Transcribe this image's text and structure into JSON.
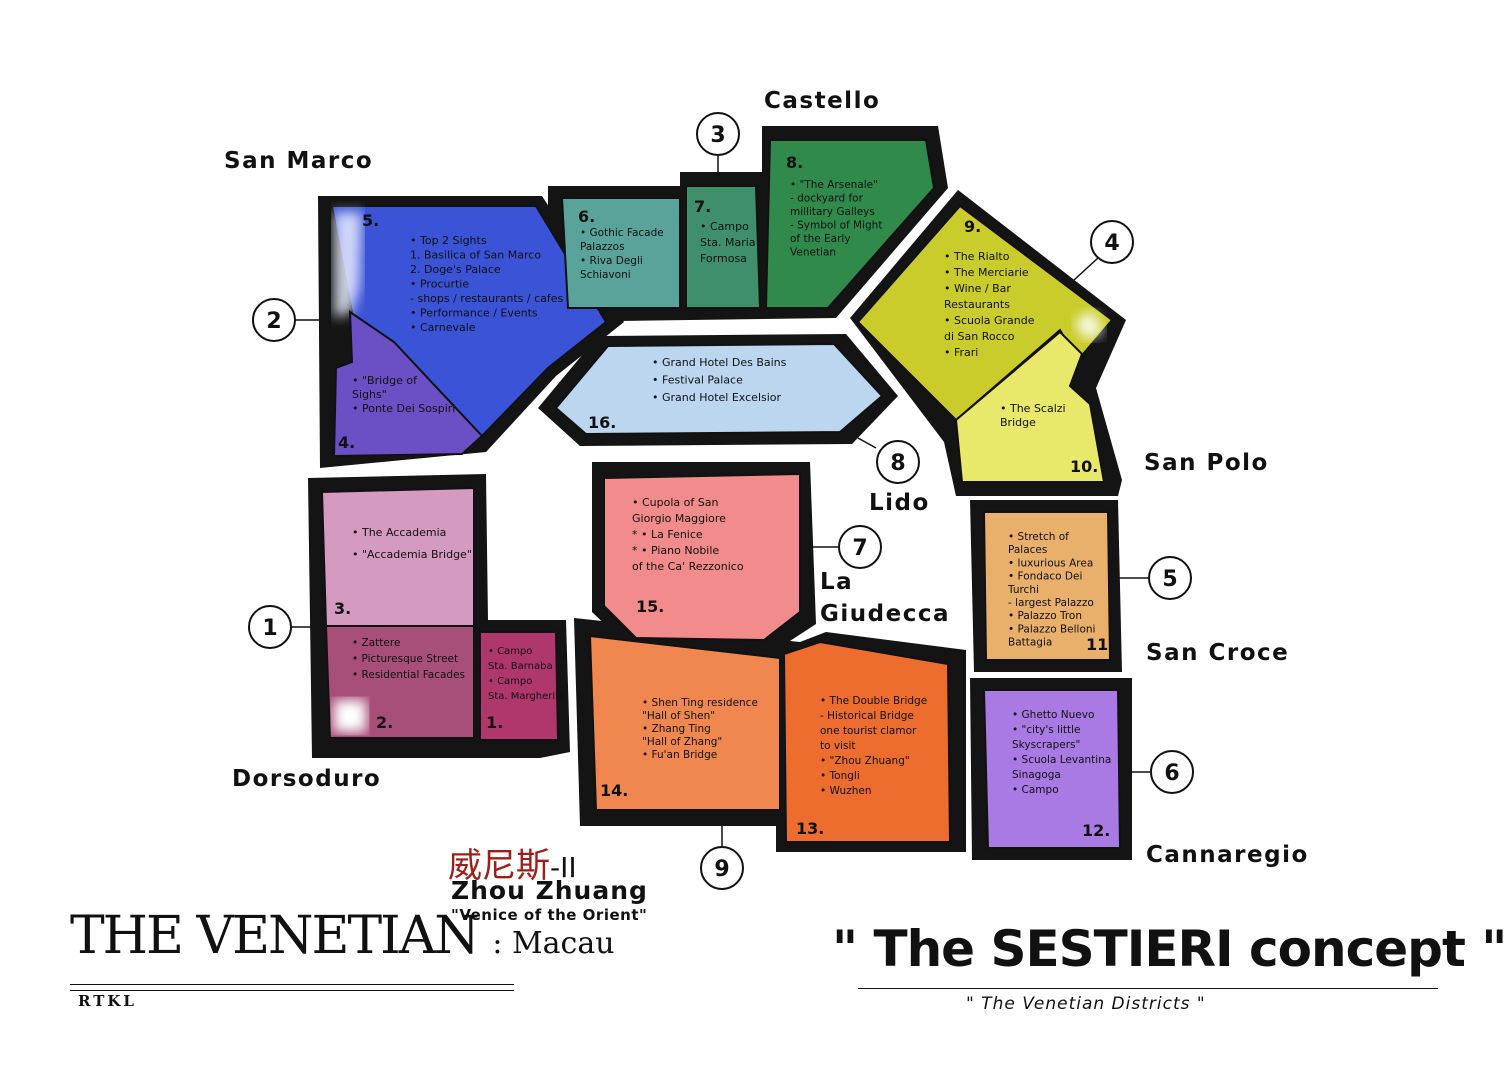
{
  "districts": [
    {
      "id": "san-marco",
      "name": "San Marco"
    },
    {
      "id": "castello",
      "name": "Castello"
    },
    {
      "id": "san-polo",
      "name": "San Polo"
    },
    {
      "id": "lido",
      "name": "Lido"
    },
    {
      "id": "la-giudecca",
      "name": "La\nGiudecca"
    },
    {
      "id": "san-croce",
      "name": "San Croce"
    },
    {
      "id": "dorsoduro",
      "name": "Dorsoduro"
    },
    {
      "id": "cannaregio",
      "name": "Cannaregio"
    }
  ],
  "markers": [
    "1",
    "2",
    "3",
    "4",
    "5",
    "6",
    "7",
    "8",
    "9"
  ],
  "zones": [
    {
      "number": "5.",
      "color": "#3b53d6",
      "items": [
        "• Top 2 Sights",
        "  1. Basilica of San Marco",
        "  2. Doge's Palace",
        "• Procurtie",
        "  - shops / restaurants / cafes",
        "• Performance / Events",
        "• Carnevale"
      ]
    },
    {
      "number": "4.",
      "color": "#6b4fc4",
      "items": [
        "• \"Bridge of",
        "  Sighs\"",
        "• Ponte Dei Sospiri"
      ]
    },
    {
      "number": "6.",
      "color": "#5aa39a",
      "items": [
        "• Gothic Facade",
        "  Palazzos",
        "• Riva Degli",
        "  Schiavoni"
      ]
    },
    {
      "number": "7.",
      "color": "#3f8f6c",
      "items": [
        "• Campo",
        "Sta. Maria",
        "Formosa"
      ]
    },
    {
      "number": "8.",
      "color": "#2f8a4c",
      "items": [
        "• \"The Arsenale\"",
        "  - dockyard for",
        "  millitary Galleys",
        "  - Symbol of Might",
        "  of the Early",
        "  Venetian"
      ]
    },
    {
      "number": "9.",
      "color": "#c9cc2a",
      "items": [
        "• The Rialto",
        "• The Merciarie",
        "• Wine / Bar",
        "  Restaurants",
        "• Scuola Grande",
        "  di San Rocco",
        "• Frari"
      ]
    },
    {
      "number": "10.",
      "color": "#e8e86a",
      "items": [
        "• The Scalzi",
        "  Bridge"
      ]
    },
    {
      "number": "16.",
      "color": "#bcd6ef",
      "items": [
        "• Grand Hotel Des Bains",
        "• Festival Palace",
        "• Grand Hotel Excelsior"
      ]
    },
    {
      "number": "3.",
      "color": "#d49ac0",
      "items": [
        "• The Accademia",
        "• \"Accademia Bridge\""
      ]
    },
    {
      "number": "2.",
      "color": "#a84f79",
      "items": [
        "• Zattere",
        "• Picturesque Street",
        "• Residential Facades"
      ]
    },
    {
      "number": "1.",
      "color": "#b0376b",
      "items": [
        "• Campo",
        "  Sta. Barnaba",
        "• Campo",
        "  Sta. Margherita"
      ]
    },
    {
      "number": "15.",
      "color": "#f28b8b",
      "items": [
        "• Cupola of San",
        "  Giorgio Maggiore",
        "* • La Fenice",
        "* • Piano Nobile",
        "  of the Ca' Rezzonico"
      ]
    },
    {
      "number": "11.",
      "color": "#e9b06c",
      "items": [
        "• Stretch of",
        "  Palaces",
        "• luxurious Area",
        "• Fondaco Dei",
        "  Turchi",
        "  - largest Palazzo",
        "• Palazzo Tron",
        "• Palazzo Belloni",
        "  Battagia"
      ]
    },
    {
      "number": "14.",
      "color": "#f0874e",
      "items": [
        "• Shen Ting residence",
        "  \"Hall of Shen\"",
        "• Zhang Ting",
        "  \"Hall of Zhang\"",
        "• Fu'an Bridge"
      ]
    },
    {
      "number": "13.",
      "color": "#ec6d2e",
      "items": [
        "• The Double Bridge",
        "  - Historical Bridge",
        "  one tourist clamor",
        "  to visit",
        "• \"Zhou Zhuang\"",
        "• Tongli",
        "• Wuzhen"
      ]
    },
    {
      "number": "12.",
      "color": "#a97ae3",
      "items": [
        "• Ghetto Nuevo",
        "• \"city's little",
        "  Skyscrapers\"",
        "• Scuola Levantina",
        "  Sinagoga",
        "• Campo"
      ]
    }
  ],
  "zhou": {
    "chinese": "威尼斯",
    "suffix": "-II",
    "name": "Zhou Zhuang",
    "tagline": "\"Venice of the Orient\""
  },
  "brand": {
    "title": "THE VENETIAN",
    "subtitle": ": Macau",
    "credit": "RTKL"
  },
  "concept": {
    "title": "\" The SESTIERI concept \"",
    "subtitle": "\" The Venetian Districts \""
  }
}
